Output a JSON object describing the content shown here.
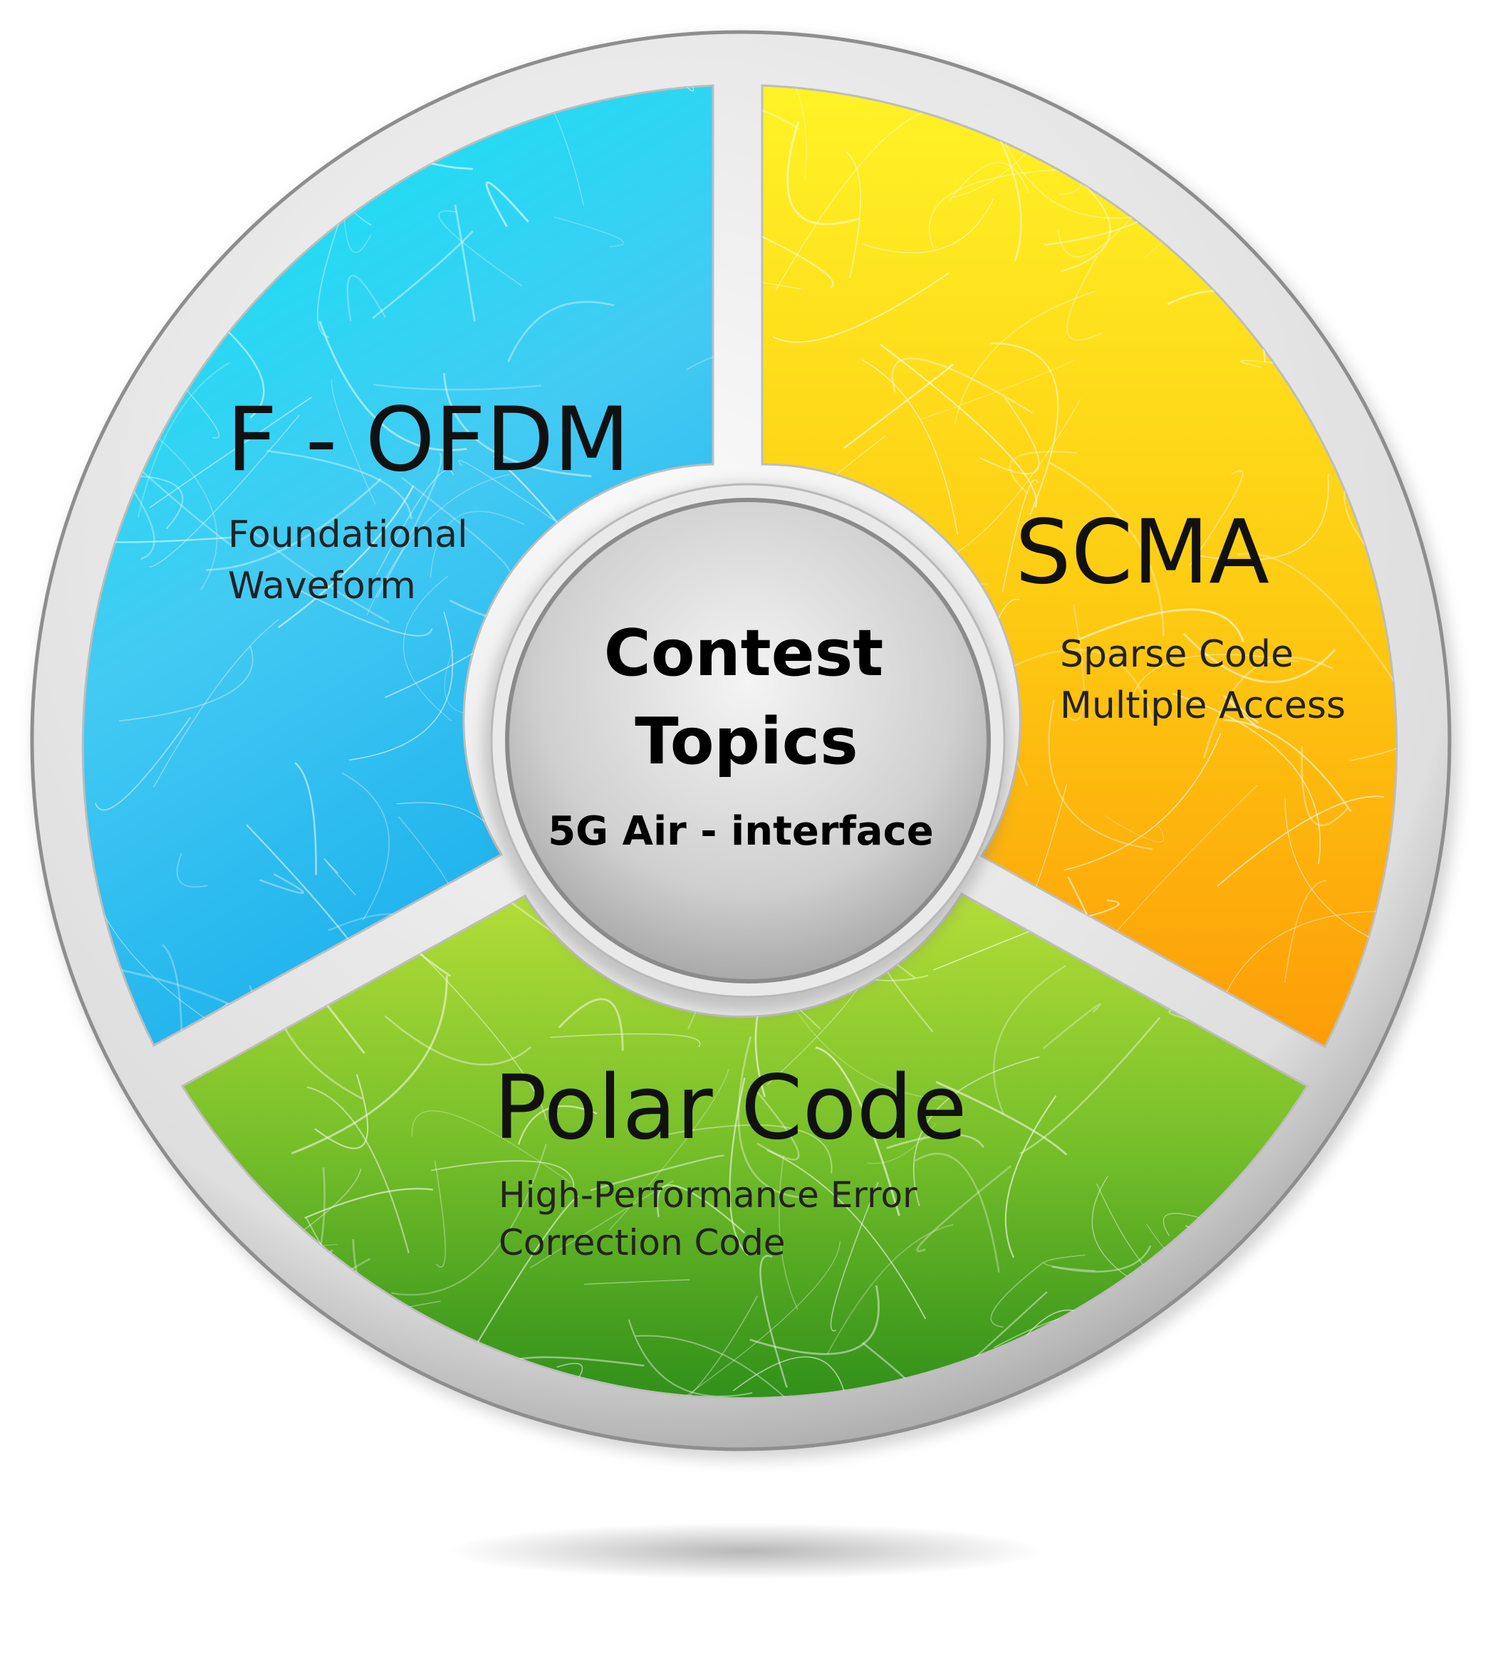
{
  "segments": [
    {
      "id": "fofdm",
      "title": "F - OFDM",
      "subtitle_lines": [
        "Foundational",
        "Waveform"
      ],
      "colors": [
        "#0be8f3",
        "#43caf3",
        "#1cb0ec"
      ]
    },
    {
      "id": "scma",
      "title": "SCMA",
      "subtitle_lines": [
        "Sparse Code",
        "Multiple Access"
      ],
      "colors": [
        "#fff326",
        "#fdca12",
        "#fd9d08"
      ]
    },
    {
      "id": "polar",
      "title": "Polar Code",
      "subtitle_lines": [
        "High-Performance Error",
        "Correction Code"
      ],
      "colors": [
        "#b4dd38",
        "#76bf2a",
        "#31901a"
      ]
    }
  ],
  "center": {
    "title_lines": [
      "Contest",
      "Topics"
    ],
    "subtitle": "5G Air - interface"
  }
}
